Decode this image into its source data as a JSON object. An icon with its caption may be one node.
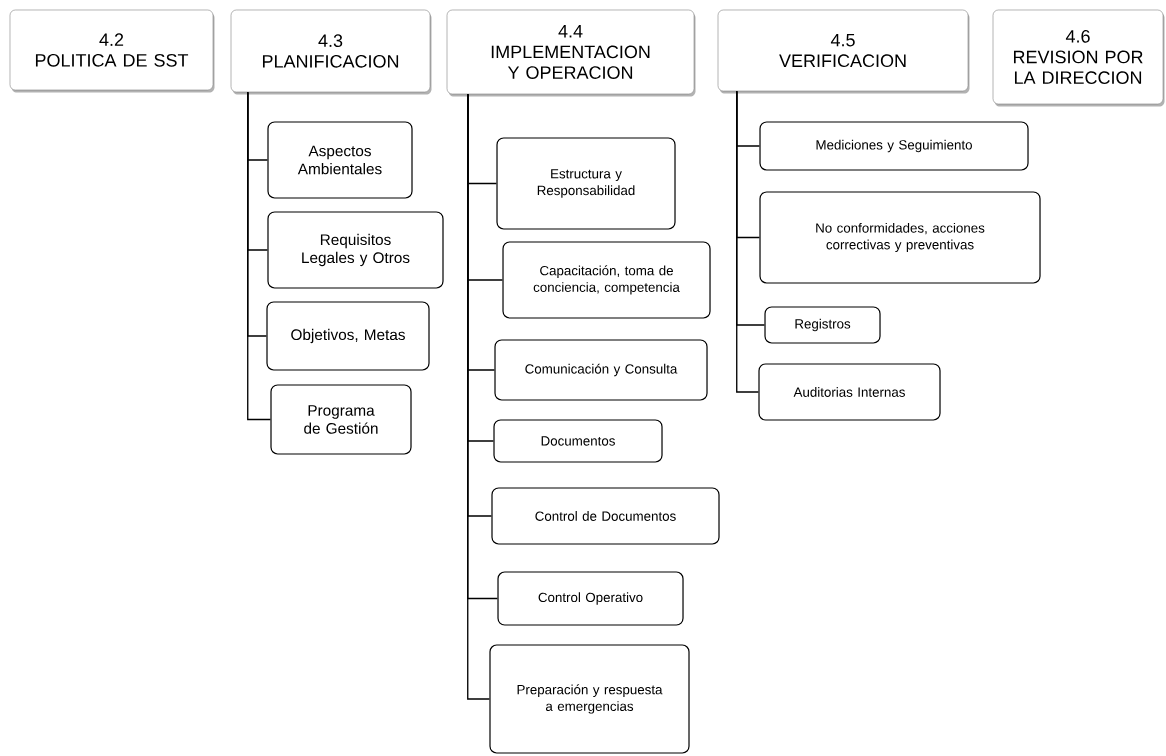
{
  "diagram": {
    "nodes": [
      {
        "text": [
          "4.2",
          "POLITICA DE SST"
        ]
      },
      {
        "text": [
          "4.3",
          "PLANIFICACION"
        ]
      },
      {
        "text": [
          "4.4",
          "IMPLEMENTACION Y OPERACION"
        ]
      },
      {
        "text": [
          "4.5",
          "VERIFICACION"
        ]
      },
      {
        "text": [
          "4.6",
          "REVISION POR LA DIRECCION"
        ]
      },
      {
        "text": [
          "Aspectos Ambientales"
        ]
      },
      {
        "text": [
          "Requisitos Legales y Otros"
        ]
      },
      {
        "text": [
          "Objetivos, Metas"
        ]
      },
      {
        "text": [
          "Programa de Gestión"
        ]
      },
      {
        "text": [
          "Estructura y Responsabilidad"
        ]
      },
      {
        "text": [
          "Capacitación, toma de conciencia, competencia"
        ]
      },
      {
        "text": [
          "Comunicación y Consulta"
        ]
      },
      {
        "text": [
          "Documentos"
        ]
      },
      {
        "text": [
          "Control de Documentos"
        ]
      },
      {
        "text": [
          "Control Operativo"
        ]
      },
      {
        "text": [
          "Preparación y respuesta a emergencias"
        ]
      },
      {
        "text": [
          "Mediciones y Seguimiento"
        ]
      },
      {
        "text": [
          "No conformidades, acciones correctivas y preventivas"
        ]
      },
      {
        "text": [
          "Registros"
        ]
      },
      {
        "text": [
          "Auditorias Internas"
        ]
      }
    ],
    "edges": [
      {
        "from": 1,
        "to": 5,
        "arrow": "none"
      },
      {
        "from": 1,
        "to": 6,
        "arrow": "none"
      },
      {
        "from": 1,
        "to": 7,
        "arrow": "none"
      },
      {
        "from": 1,
        "to": 8,
        "arrow": "none"
      },
      {
        "from": 2,
        "to": 9,
        "arrow": "none"
      },
      {
        "from": 2,
        "to": 10,
        "arrow": "none"
      },
      {
        "from": 2,
        "to": 11,
        "arrow": "none"
      },
      {
        "from": 2,
        "to": 12,
        "arrow": "none"
      },
      {
        "from": 2,
        "to": 13,
        "arrow": "none"
      },
      {
        "from": 2,
        "to": 14,
        "arrow": "none"
      },
      {
        "from": 2,
        "to": 15,
        "arrow": "none"
      },
      {
        "from": 3,
        "to": 16,
        "arrow": "none"
      },
      {
        "from": 3,
        "to": 17,
        "arrow": "none"
      },
      {
        "from": 3,
        "to": 18,
        "arrow": "none"
      },
      {
        "from": 3,
        "to": 19,
        "arrow": "none"
      }
    ]
  }
}
